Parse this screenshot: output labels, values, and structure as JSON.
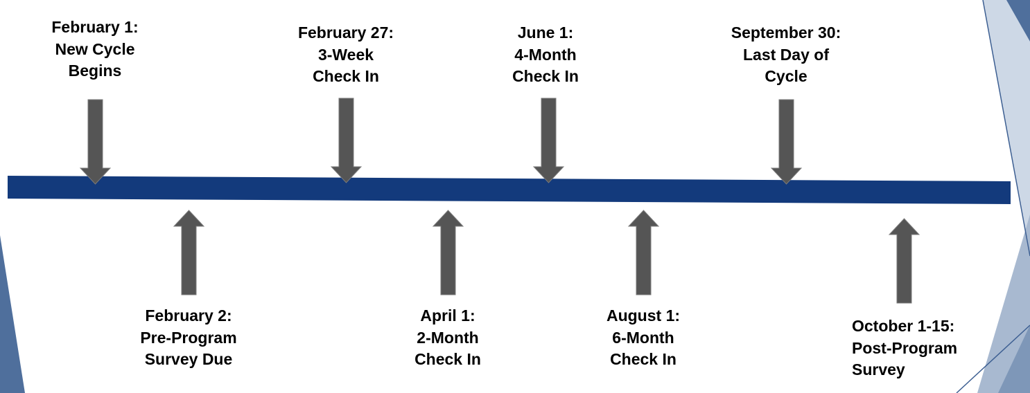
{
  "colors": {
    "timeline_bar": "#133a7c",
    "arrow_fill": "#555555",
    "arrow_stroke": "#7a7a7a",
    "corner_dark": "#4f6f9c",
    "corner_light": "#a8b9d0",
    "corner_pale": "#cdd8e6",
    "corner_line": "#3d5f92"
  },
  "icons": {
    "down_arrow": "down-arrow-icon",
    "up_arrow": "up-arrow-icon"
  },
  "milestones_above": [
    {
      "lines": [
        "February 1:",
        "New Cycle",
        "Begins"
      ]
    },
    {
      "lines": [
        "February 27:",
        "3-Week",
        "Check In"
      ]
    },
    {
      "lines": [
        "June 1:",
        "4-Month",
        "Check In"
      ]
    },
    {
      "lines": [
        "September 30:",
        "Last Day of",
        "Cycle"
      ]
    }
  ],
  "milestones_below": [
    {
      "lines": [
        "February 2:",
        "Pre-Program",
        "Survey Due"
      ]
    },
    {
      "lines": [
        "April 1:",
        "2-Month",
        "Check In"
      ]
    },
    {
      "lines": [
        "August 1:",
        "6-Month",
        "Check In"
      ]
    },
    {
      "lines": [
        "October 1-15:",
        "Post-Program",
        "Survey"
      ]
    }
  ]
}
